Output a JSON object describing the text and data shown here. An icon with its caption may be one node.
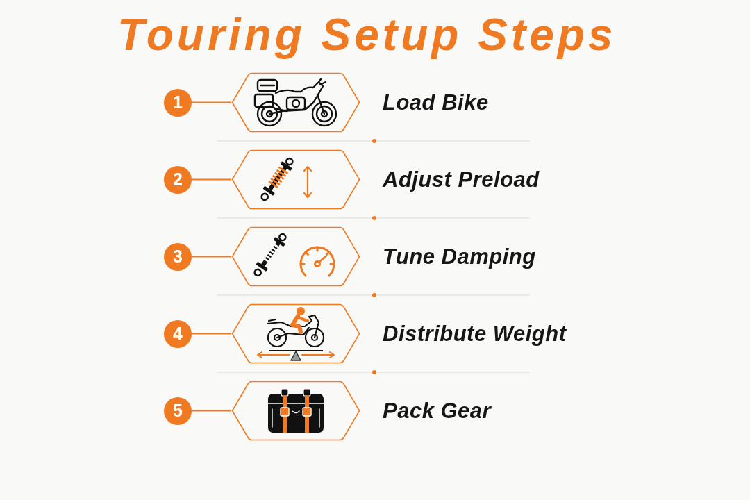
{
  "diagram": {
    "title": "Touring Setup Steps",
    "nodes": [
      {
        "text": [
          "1"
        ]
      },
      {
        "text": [],
        "shape": "hexagon",
        "beside": [
          "Load Bike"
        ]
      },
      {
        "text": [
          "2"
        ]
      },
      {
        "text": [],
        "shape": "hexagon",
        "beside": [
          "Adjust Preload"
        ]
      },
      {
        "text": [
          "3"
        ]
      },
      {
        "text": [],
        "shape": "hexagon",
        "beside": [
          "Tune Damping"
        ]
      },
      {
        "text": [
          "4"
        ]
      },
      {
        "text": [],
        "shape": "hexagon",
        "beside": [
          "Distribute Weight"
        ]
      },
      {
        "text": [
          "5"
        ]
      },
      {
        "text": [],
        "shape": "hexagon",
        "beside": [
          "Pack Gear"
        ]
      }
    ],
    "edges": [
      {
        "from": 0,
        "to": 1,
        "arrow": "none"
      },
      {
        "from": 2,
        "to": 3,
        "arrow": "none"
      },
      {
        "from": 4,
        "to": 5,
        "arrow": "none"
      },
      {
        "from": 6,
        "to": 7,
        "arrow": "none"
      },
      {
        "from": 8,
        "to": 9,
        "arrow": "none"
      }
    ]
  }
}
